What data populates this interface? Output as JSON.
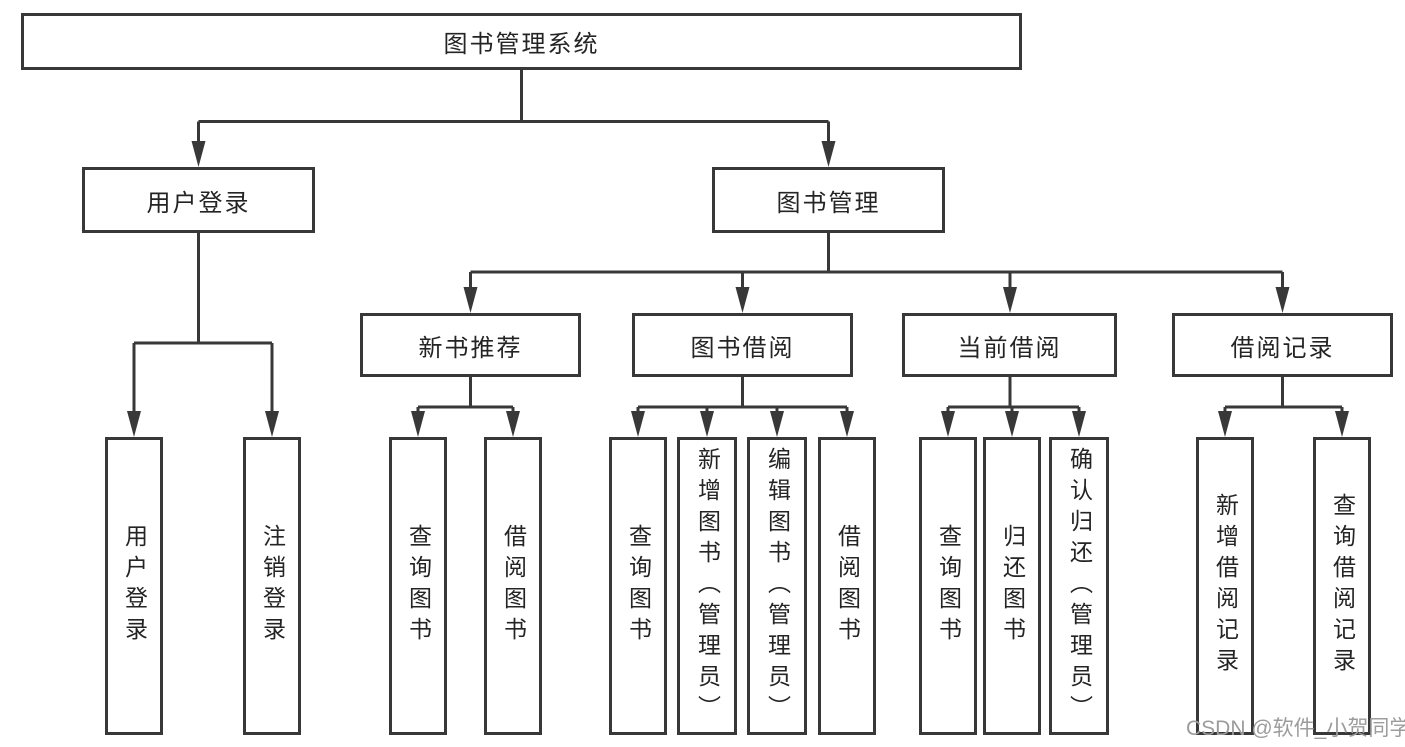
{
  "diagram": {
    "type": "hierarchy-tree",
    "colors": {
      "line": "#383838",
      "box_border": "#383838",
      "box_fill": "#ffffff",
      "text": "#242424",
      "watermark": "#9c9c9c",
      "background": "#ffffff"
    },
    "tree": {
      "root": {
        "label": "图书管理系统"
      },
      "login_branch": {
        "label": "用户登录",
        "children": [
          {
            "label": "用户登录"
          },
          {
            "label": "注销登录"
          }
        ]
      },
      "management_branch": {
        "label": "图书管理",
        "modules": [
          {
            "label": "新书推荐",
            "children": [
              {
                "label": "查询图书"
              },
              {
                "label": "借阅图书"
              }
            ]
          },
          {
            "label": "图书借阅",
            "children": [
              {
                "label": "查询图书"
              },
              {
                "label": "新增图书（管理员）"
              },
              {
                "label": "编辑图书（管理员）"
              },
              {
                "label": "借阅图书"
              }
            ]
          },
          {
            "label": "当前借阅",
            "children": [
              {
                "label": "查询图书"
              },
              {
                "label": "归还图书"
              },
              {
                "label": "确认归还（管理员）"
              }
            ]
          },
          {
            "label": "借阅记录",
            "children": [
              {
                "label": "新增借阅记录"
              },
              {
                "label": "查询借阅记录"
              }
            ]
          }
        ]
      }
    }
  },
  "watermark": {
    "text": "CSDN @软件_小贺同学"
  }
}
